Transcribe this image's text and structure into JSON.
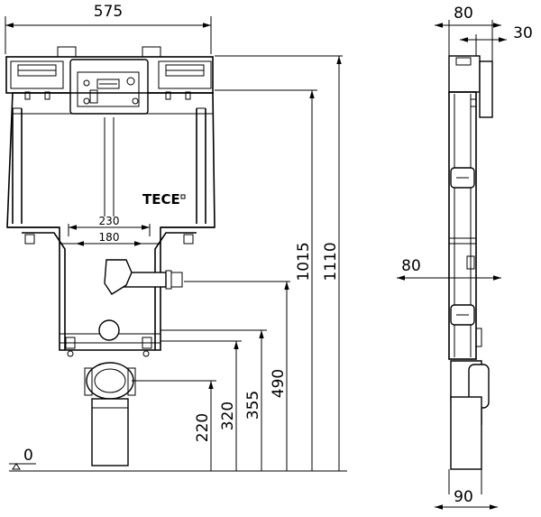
{
  "diagram": {
    "brand_label": "TECE",
    "front_view": {
      "width_total": "575",
      "opening_outer": "230",
      "opening_inner": "180"
    },
    "height_dims": {
      "zero": "0",
      "h220": "220",
      "h320": "320",
      "h355": "355",
      "h490": "490",
      "h1015": "1015",
      "h1110": "1110"
    },
    "side_view": {
      "depth_top": "80",
      "depth_offset": "30",
      "depth_mid": "80",
      "depth_bottom": "90"
    }
  }
}
